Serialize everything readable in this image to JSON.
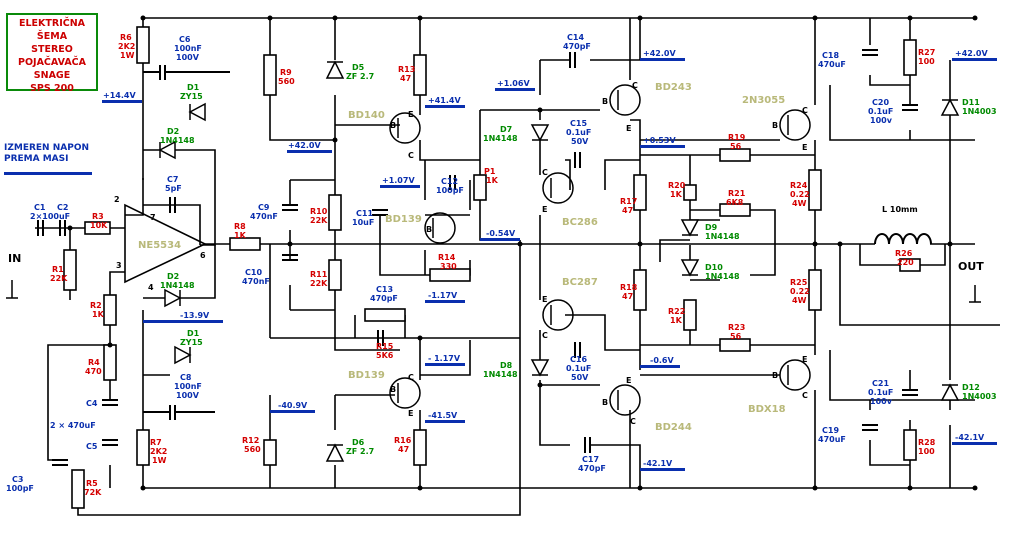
{
  "title": [
    "ELEKTRIČNA",
    "ŠEMA",
    "STEREO",
    "POJAČAVAČA",
    "SNAGE",
    "SPS 200"
  ],
  "measurement_note": [
    "IZMEREN NAPON",
    "PREMA MASI"
  ],
  "io": {
    "input": "IN",
    "output": "OUT"
  },
  "voltages": [
    "+14.4V",
    "-13.9V",
    "+42.0V",
    "-40.9V",
    "+41.4V",
    "+1.07V",
    "-1.17V",
    "- 1.17V",
    "-41.5V",
    "+1.06V",
    "-0.54V",
    "+42.0V",
    "+0.53V",
    "-0.6V",
    "-42.1V",
    "+42.0V",
    "-42.1V"
  ],
  "components": {
    "C1": [
      "C1",
      "2×100uF"
    ],
    "C2": [
      "C2"
    ],
    "R3": [
      "R3",
      "10K"
    ],
    "R1": [
      "R1",
      "22K"
    ],
    "R6": [
      "R6",
      "2K2",
      "1W"
    ],
    "C6": [
      "C6",
      "100nF",
      "100V"
    ],
    "D1a": [
      "D1",
      "ZY15"
    ],
    "D2a": [
      "D2",
      "1N4148"
    ],
    "C7": [
      "C7",
      "5pF"
    ],
    "IC": [
      "NE5534"
    ],
    "pins": [
      "2",
      "7",
      "6",
      "3",
      "4"
    ],
    "D2b": [
      "D2",
      "1N4148"
    ],
    "R2": [
      "R2",
      "1K"
    ],
    "D1b": [
      "D1",
      "ZY15"
    ],
    "C8": [
      "C8",
      "100nF",
      "100V"
    ],
    "R4": [
      "R4",
      "470"
    ],
    "C4": [
      "C4"
    ],
    "C45": [
      "2 × 470uF"
    ],
    "C5": [
      "C5"
    ],
    "R7": [
      "R7",
      "2K2",
      "1W"
    ],
    "C3": [
      "C3",
      "100pF"
    ],
    "R5": [
      "R5",
      "72K"
    ],
    "R8": [
      "R8",
      "1K"
    ],
    "C9": [
      "C9",
      "470nF"
    ],
    "C10": [
      "C10",
      "470nF"
    ],
    "R9": [
      "R9",
      "560"
    ],
    "R10": [
      "R10",
      "22K"
    ],
    "R11": [
      "R11",
      "22K"
    ],
    "R12": [
      "R12",
      "560"
    ],
    "D5": [
      "D5",
      "ZF 2.7"
    ],
    "D6": [
      "D6",
      "ZF 2.7"
    ],
    "R13": [
      "R13",
      "47"
    ],
    "R16": [
      "R16",
      "47"
    ],
    "BD140": [
      "BD140"
    ],
    "BD139a": [
      "BD139"
    ],
    "BD139b": [
      "BD139"
    ],
    "C11": [
      "C11",
      "10uF"
    ],
    "C12": [
      "C12",
      "100pF"
    ],
    "P1": [
      "P1",
      "1K"
    ],
    "R14": [
      "R14",
      "330"
    ],
    "C13": [
      "C13",
      "470pF"
    ],
    "R15": [
      "R15",
      "5K6"
    ],
    "D7": [
      "D7",
      "1N4148"
    ],
    "D8": [
      "D8",
      "1N4148"
    ],
    "C14": [
      "C14",
      "470pF"
    ],
    "C15": [
      "C15",
      "0.1uF",
      "50V"
    ],
    "C16": [
      "C16",
      "0.1uF",
      "50V"
    ],
    "C17": [
      "C17",
      "470pF"
    ],
    "BD243": [
      "BD243"
    ],
    "BD244": [
      "BD244"
    ],
    "BC286": [
      "BC286"
    ],
    "BC287": [
      "BC287"
    ],
    "R17": [
      "R17",
      "47"
    ],
    "R18": [
      "R18",
      "47"
    ],
    "R19": [
      "R19",
      "56"
    ],
    "R20": [
      "R20",
      "1K"
    ],
    "R21": [
      "R21",
      "6K8"
    ],
    "D9": [
      "D9",
      "1N4148"
    ],
    "D10": [
      "D10",
      "1N4148"
    ],
    "R22": [
      "R22",
      "1K"
    ],
    "R23": [
      "R23",
      "56"
    ],
    "2N3055": [
      "2N3055"
    ],
    "BDX18": [
      "BDX18"
    ],
    "R24": [
      "R24",
      "0.22",
      "4W"
    ],
    "R25": [
      "R25",
      "0.22",
      "4W"
    ],
    "L": [
      "L 10mm"
    ],
    "R26": [
      "R26",
      "220"
    ],
    "C18": [
      "C18",
      "470uF"
    ],
    "C19": [
      "C19",
      "470uF"
    ],
    "C20": [
      "C20",
      "0.1uF",
      "100v"
    ],
    "C21": [
      "C21",
      "0.1uF",
      "100v"
    ],
    "R27": [
      "R27",
      "100"
    ],
    "R28": [
      "R28",
      "100"
    ],
    "D11": [
      "D11",
      "1N4003"
    ],
    "D12": [
      "D12",
      "1N4003"
    ]
  },
  "transistor_pins": [
    "B",
    "C",
    "E"
  ],
  "colors": {
    "border": "#0a8a0a",
    "voltage": "#0a2fae",
    "ref": "#d40000",
    "value": "#0a6ad4",
    "diode": "#008a00",
    "device": "#b9b97a"
  }
}
